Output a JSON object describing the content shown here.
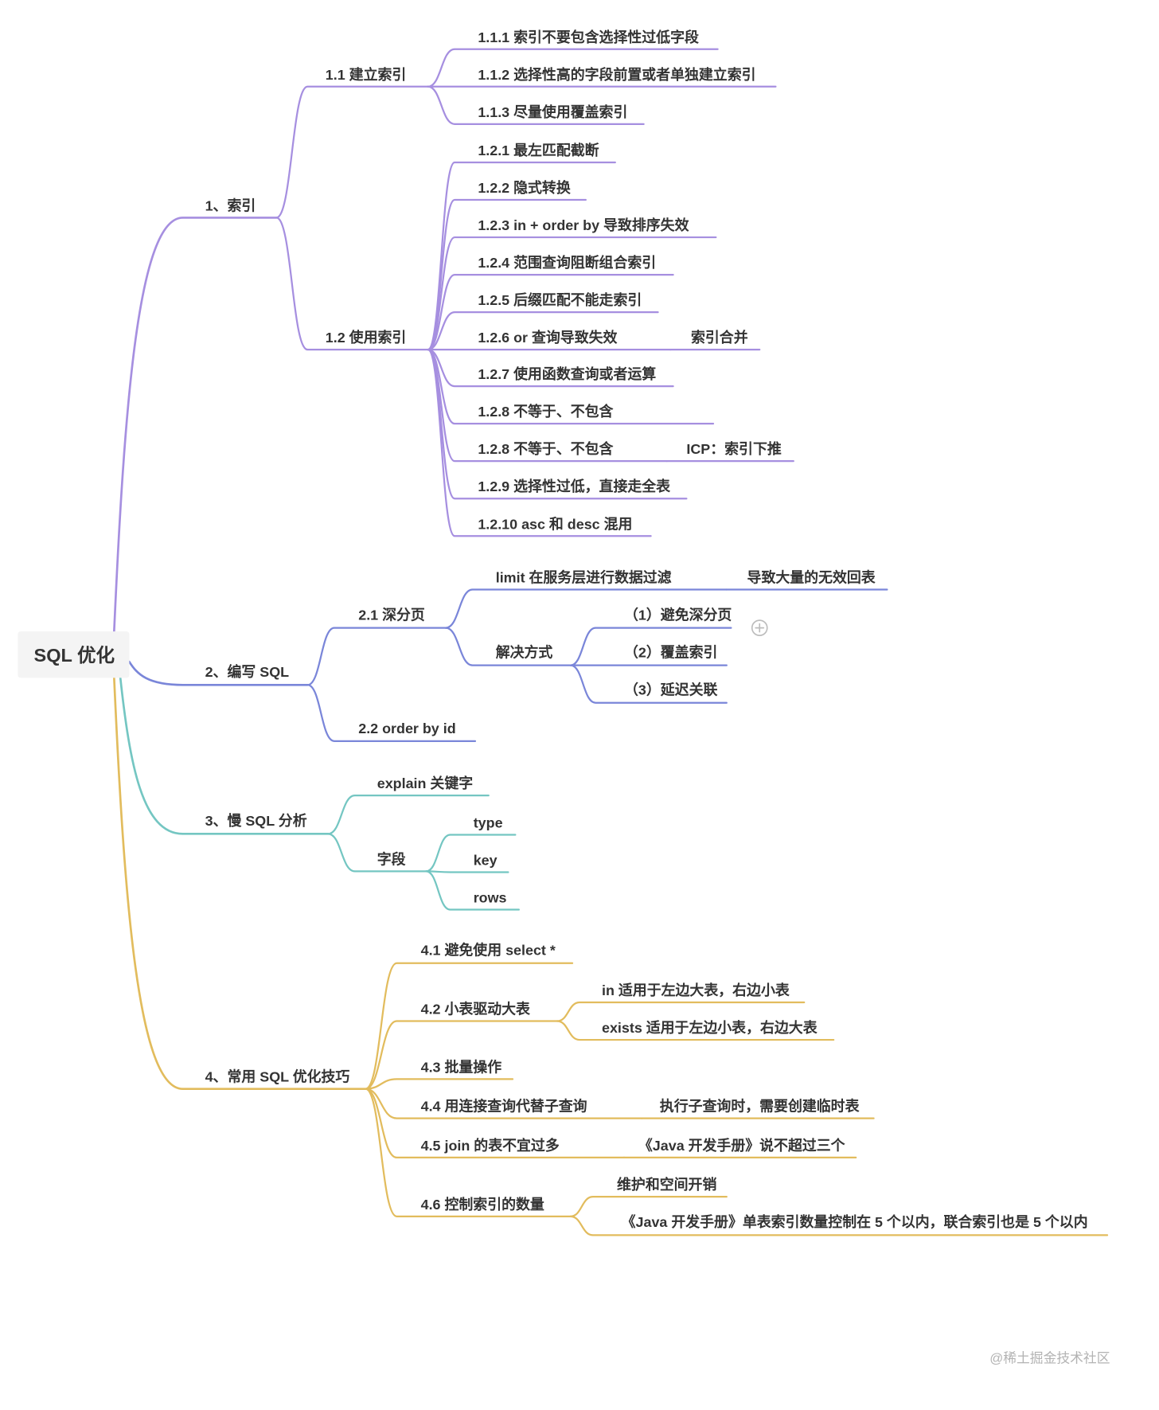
{
  "root": {
    "label": "SQL 优化"
  },
  "branches": [
    {
      "label": "1、索引",
      "color": "#a68fe0",
      "children": [
        {
          "label": "1.1 建立索引",
          "children": [
            {
              "label": "1.1.1 索引不要包含选择性过低字段"
            },
            {
              "label": "1.1.2 选择性高的字段前置或者单独建立索引"
            },
            {
              "label": "1.1.3 尽量使用覆盖索引"
            }
          ]
        },
        {
          "label": "1.2 使用索引",
          "children": [
            {
              "label": "1.2.1 最左匹配截断"
            },
            {
              "label": "1.2.2 隐式转换"
            },
            {
              "label": "1.2.3 in + order by 导致排序失效"
            },
            {
              "label": "1.2.4 范围查询阻断组合索引"
            },
            {
              "label": "1.2.5 后缀匹配不能走索引"
            },
            {
              "label": "1.2.6 or 查询导致失效",
              "note": "索引合并"
            },
            {
              "label": "1.2.7 使用函数查询或者运算"
            },
            {
              "label": "1.2.8 不等于、不包含"
            },
            {
              "label": "1.2.8 不等于、不包含",
              "note": "ICP：索引下推"
            },
            {
              "label": "1.2.9 选择性过低，直接走全表"
            },
            {
              "label": "1.2.10 asc 和 desc 混用"
            }
          ]
        }
      ]
    },
    {
      "label": "2、编写 SQL",
      "color": "#7a86d9",
      "children": [
        {
          "label": "2.1 深分页",
          "children": [
            {
              "label": "limit 在服务层进行数据过滤",
              "note": "导致大量的无效回表"
            },
            {
              "label": "解决方式",
              "children": [
                {
                  "label": "（1）避免深分页"
                },
                {
                  "label": "（2）覆盖索引"
                },
                {
                  "label": "（3）延迟关联"
                }
              ]
            }
          ]
        },
        {
          "label": "2.2 order by id"
        }
      ]
    },
    {
      "label": "3、慢 SQL 分析",
      "color": "#74c6c2",
      "children": [
        {
          "label": "explain 关键字"
        },
        {
          "label": "字段",
          "children": [
            {
              "label": "type"
            },
            {
              "label": "key"
            },
            {
              "label": "rows"
            }
          ]
        }
      ]
    },
    {
      "label": "4、常用 SQL 优化技巧",
      "color": "#e2bc5d",
      "children": [
        {
          "label": "4.1 避免使用 select *"
        },
        {
          "label": "4.2 小表驱动大表",
          "children": [
            {
              "label": "in 适用于左边大表，右边小表"
            },
            {
              "label": "exists 适用于左边小表，右边大表"
            }
          ]
        },
        {
          "label": "4.3 批量操作"
        },
        {
          "label": "4.4 用连接查询代替子查询",
          "note": "执行子查询时，需要创建临时表"
        },
        {
          "label": "4.5 join 的表不宜过多",
          "note": "《Java 开发手册》说不超过三个"
        },
        {
          "label": "4.6 控制索引的数量",
          "children": [
            {
              "label": "维护和空间开销"
            },
            {
              "label": "《Java 开发手册》单表索引数量控制在 5 个以内，联合索引也是 5 个以内"
            }
          ]
        }
      ]
    }
  ],
  "colors": {
    "root_bg": "#f4f4f4",
    "text": "#333333",
    "watermark": "#b3b3b3",
    "icon": "#bdbdbd"
  },
  "icons": {
    "expand": "plus-circle-icon"
  },
  "watermark": "@稀土掘金技术社区"
}
